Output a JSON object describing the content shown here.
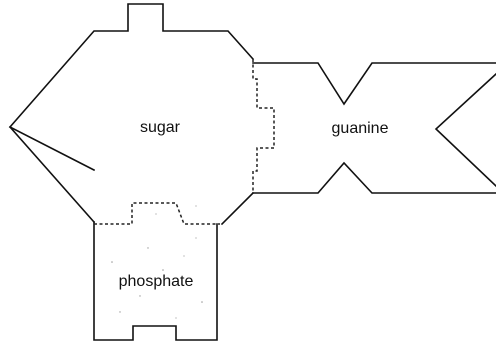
{
  "labels": {
    "sugar": "sugar",
    "base": "guanine",
    "phosphate": "phosphate"
  },
  "colors": {
    "line": "#111111",
    "background": "#ffffff"
  }
}
